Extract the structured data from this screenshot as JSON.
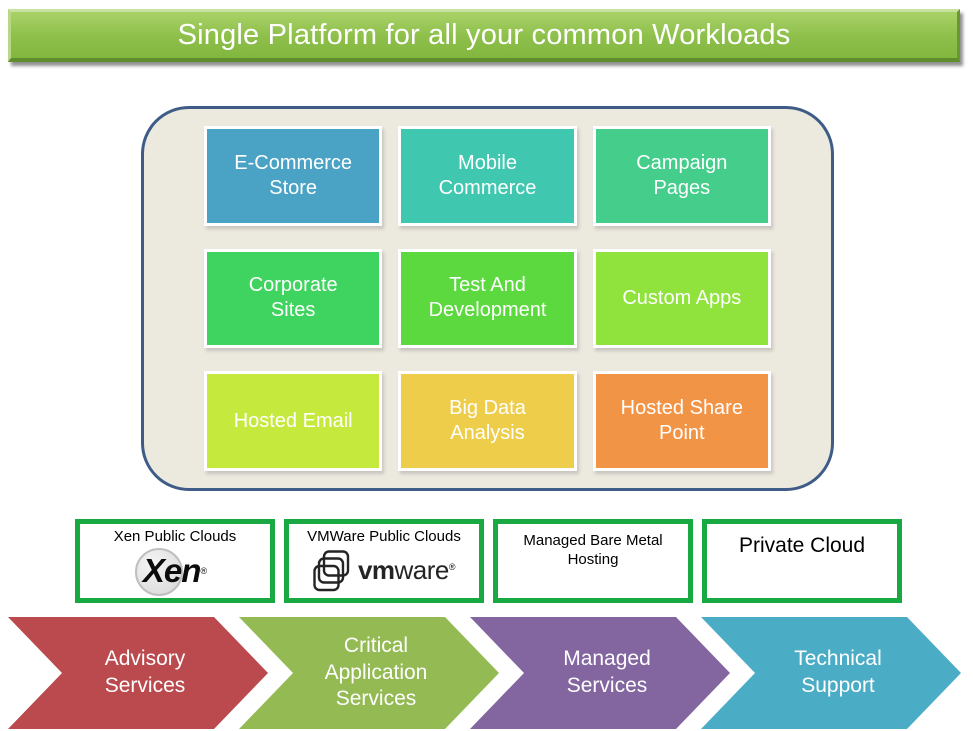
{
  "title": {
    "text": "Single Platform for all your common Workloads",
    "bg_color": "#8DBF4A",
    "text_color": "#FFFFFF"
  },
  "workloads": {
    "panel_bg": "#ECE9DF",
    "panel_border": "#3E5C87",
    "tiles": [
      {
        "label": "E-Commerce Store",
        "color": "#4AA3C4"
      },
      {
        "label": "Mobile Commerce",
        "color": "#3FC7B0"
      },
      {
        "label": "Campaign Pages",
        "color": "#45CE8B"
      },
      {
        "label": "Corporate Sites",
        "color": "#3FD35F"
      },
      {
        "label": "Test And Development",
        "color": "#5BD93F"
      },
      {
        "label": "Custom Apps",
        "color": "#8FE33C"
      },
      {
        "label": "Hosted Email",
        "color": "#C6E93E"
      },
      {
        "label": "Big Data Analysis",
        "color": "#EECD4A"
      },
      {
        "label": "Hosted Share Point",
        "color": "#F29446"
      }
    ]
  },
  "platforms": {
    "border_color": "#18A943",
    "items": [
      {
        "label": "Xen Public Clouds",
        "logo_text": "Xen",
        "reg": "®"
      },
      {
        "label": "VMWare Public Clouds",
        "logo_text_bold": "vm",
        "logo_text_rest": "ware",
        "reg": "®"
      },
      {
        "label": "Managed Bare Metal Hosting"
      },
      {
        "label": "Private Cloud"
      }
    ]
  },
  "services": [
    {
      "label": "Advisory Services",
      "color": "#BA4A4E"
    },
    {
      "label": "Critical Application Services",
      "color": "#94BA53"
    },
    {
      "label": "Managed Services",
      "color": "#8365A0"
    },
    {
      "label": "Technical Support",
      "color": "#4BACC6"
    }
  ]
}
